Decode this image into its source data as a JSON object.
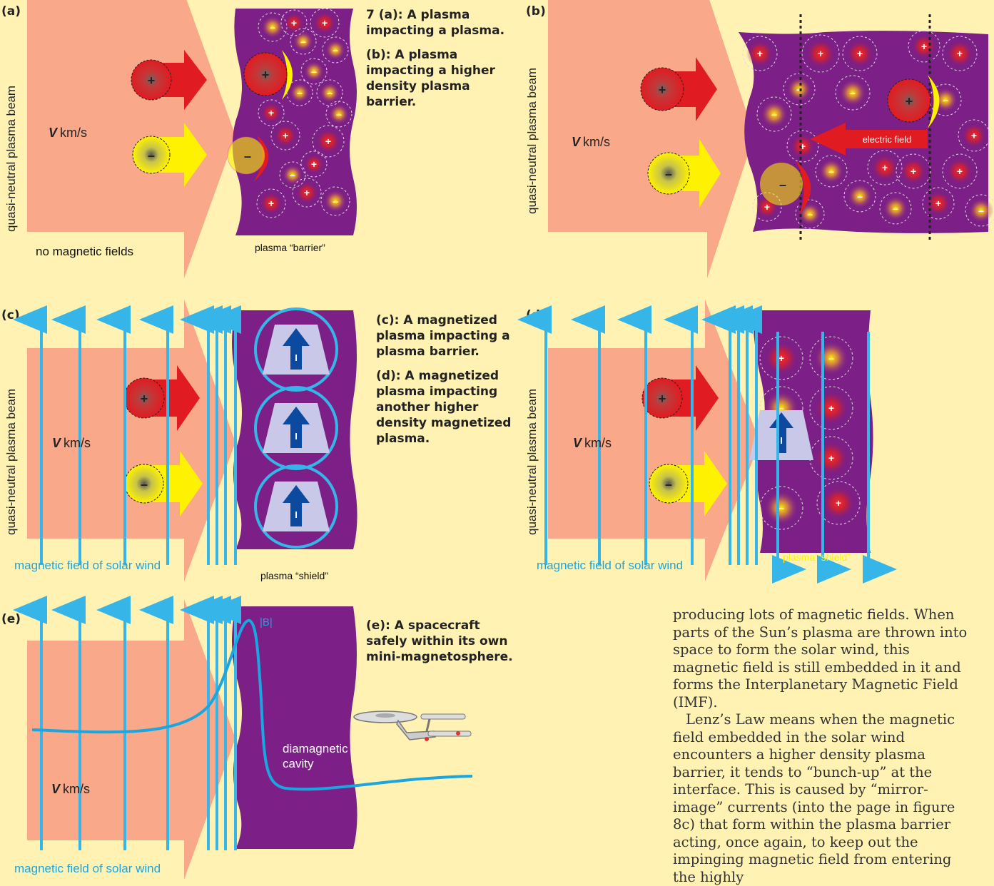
{
  "panels": {
    "a": {
      "label": "(a)",
      "side_label": "quasi-neutral plasma beam",
      "speed": "V",
      "speed_unit": "km/s",
      "bottom_label": "no magnetic fields",
      "barrier_label": "plasma “barrier”"
    },
    "b": {
      "label": "(b)",
      "side_label": "quasi-neutral plasma beam",
      "speed": "V",
      "speed_unit": "km/s",
      "field_label": "electric field"
    },
    "c": {
      "label": "(c)",
      "side_label": "quasi-neutral plasma beam",
      "speed": "V",
      "speed_unit": "km/s",
      "bottom_label": "magnetic field of solar wind",
      "barrier_label": "plasma “shield”",
      "current_symbol": "I"
    },
    "d": {
      "label": "(d)",
      "side_label": "quasi-neutral plasma beam",
      "speed": "V",
      "speed_unit": "km/s",
      "bottom_label": "magnetic field of solar wind",
      "barrier_label": "plasma “shield”",
      "current_symbol": "I"
    },
    "e": {
      "label": "(e)",
      "speed": "V",
      "speed_unit": "km/s",
      "bottom_label": "magnetic field of solar wind",
      "curve_label": "|B|",
      "cavity_label": "diamagnetic\ncavity"
    }
  },
  "charges": {
    "positive": "+",
    "negative": "–"
  },
  "captions": {
    "ab_1": "7 (a): A plasma impacting a plasma.",
    "ab_2": "(b): A plasma impacting a higher density plasma barrier.",
    "cd_1": "(c): A magnetized plasma impacting a plasma barrier.",
    "cd_2": "(d): A magnetized plasma impacting another higher density magnetized plasma.",
    "e_1": "(e): A spacecraft safely within its own mini-magnetosphere."
  },
  "body_text": {
    "p1": "producing lots of magnetic fields. When parts of the Sun’s plasma are thrown into space to form the solar wind, this magnetic field is still embedded in it and forms the Interplanetary Magnetic Field (IMF).",
    "p2": "Lenz’s Law means when the magnetic field embedded in the solar wind encounters a higher density plasma barrier, it tends to “bunch-up” at the interface. This is caused by “mirror-image” currents (into the page in figure 8c) that form within the plasma barrier acting, once again, to keep out the impinging magnetic field from entering the highly"
  },
  "colors": {
    "background": "#fff2b3",
    "beam": "#f9a98a",
    "plasma": "#7c1f86",
    "field_lines": "#36b5e8",
    "positive": "#e11b22",
    "negative": "#fff200",
    "current_arrow": "#0b4a9e",
    "current_box": "#c9c8e8"
  }
}
